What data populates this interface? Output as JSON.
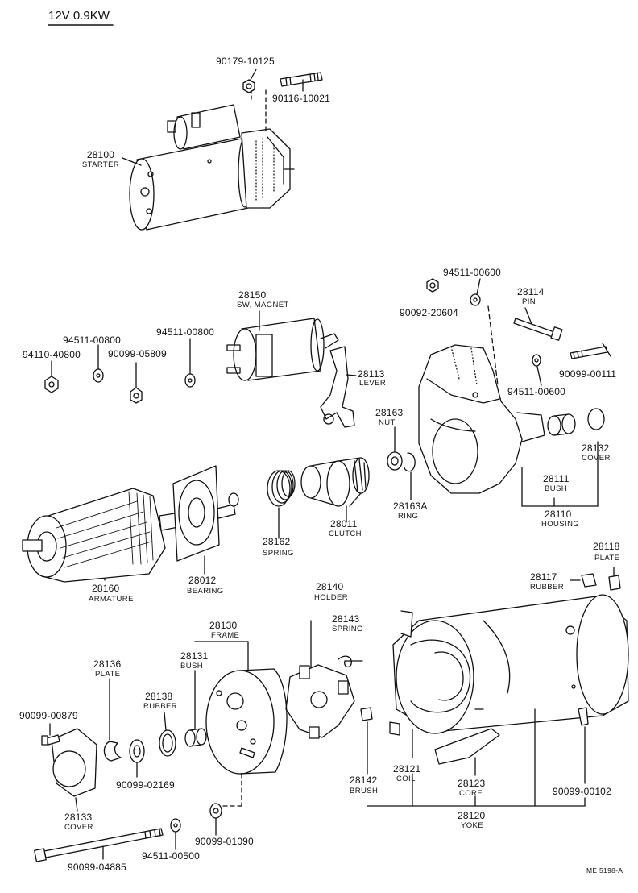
{
  "title": "12V 0.9KW",
  "ref_code": "ME 5198-A",
  "parts": {
    "p90179_10125": {
      "number": "90179-10125"
    },
    "p90116_10021": {
      "number": "90116-10021"
    },
    "p28100": {
      "number": "28100",
      "name": "STARTER"
    },
    "p28150": {
      "number": "28150",
      "name": "SW, MAGNET"
    },
    "p94511_00800a": {
      "number": "94511-00800"
    },
    "p94511_00800b": {
      "number": "94511-00800"
    },
    "p94110_40800": {
      "number": "94110-40800"
    },
    "p90099_05809": {
      "number": "90099-05809"
    },
    "p94511_00600a": {
      "number": "94511-00600"
    },
    "p90092_20604": {
      "number": "90092-20604"
    },
    "p28114": {
      "number": "28114",
      "name": "PIN"
    },
    "p28113": {
      "number": "28113",
      "name": "LEVER"
    },
    "p28163": {
      "number": "28163",
      "name": "NUT"
    },
    "p90099_00111": {
      "number": "90099-00111"
    },
    "p94511_00600b": {
      "number": "94511-00600"
    },
    "p28132": {
      "number": "28132",
      "name": "COVER"
    },
    "p28111": {
      "number": "28111",
      "name": "BUSH"
    },
    "p28110": {
      "number": "28110",
      "name": "HOUSING"
    },
    "p28163A": {
      "number": "28163A",
      "name": "RING"
    },
    "p28011": {
      "number": "28011",
      "name": "CLUTCH"
    },
    "p28162": {
      "number": "28162",
      "name": "SPRING"
    },
    "p28160": {
      "number": "28160",
      "name": "ARMATURE"
    },
    "p28012": {
      "number": "28012",
      "name": "BEARING"
    },
    "p28118": {
      "number": "28118",
      "name": "PLATE"
    },
    "p28117": {
      "number": "28117",
      "name": "RUBBER"
    },
    "p28140": {
      "number": "28140",
      "name": "HOLDER"
    },
    "p28143": {
      "number": "28143",
      "name": "SPRING"
    },
    "p28130": {
      "number": "28130",
      "name": "FRAME"
    },
    "p28131": {
      "number": "28131",
      "name": "BUSH"
    },
    "p28136": {
      "number": "28136",
      "name": "PLATE"
    },
    "p28138": {
      "number": "28138",
      "name": "RUBBER"
    },
    "p90099_00879": {
      "number": "90099-00879"
    },
    "p90099_02169": {
      "number": "90099-02169"
    },
    "p28133": {
      "number": "28133",
      "name": "COVER"
    },
    "p28121": {
      "number": "28121",
      "name": "COIL"
    },
    "p28123": {
      "number": "28123",
      "name": "CORE"
    },
    "p28142": {
      "number": "28142",
      "name": "BRUSH"
    },
    "p90099_00102": {
      "number": "90099-00102"
    },
    "p28120": {
      "number": "28120",
      "name": "YOKE"
    },
    "p90099_01090": {
      "number": "90099-01090"
    },
    "p94511_00500": {
      "number": "94511-00500"
    },
    "p90099_04885": {
      "number": "90099-04885"
    }
  }
}
